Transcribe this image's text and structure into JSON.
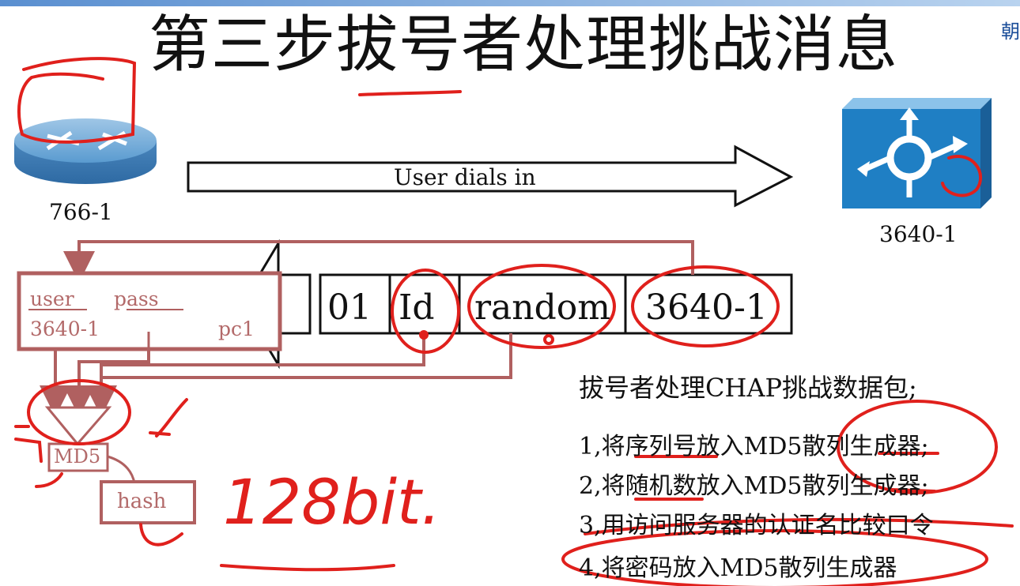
{
  "title": "第三步拔号者处理挑战消息",
  "corner_glyph": "朝",
  "devices": {
    "router_label": "766-1",
    "server_label": "3640-1",
    "router_icon": "router-icon",
    "server_icon": "access-server-icon"
  },
  "arrow_label": "User dials in",
  "packet_cells": [
    "01",
    "Id",
    "random",
    "3640-1"
  ],
  "user_box": {
    "user": "user",
    "pass": "pass",
    "name": "3640-1",
    "password": "pc1"
  },
  "md5_label": "MD5",
  "hash_label": "hash",
  "handwriting": "128bit.",
  "notes": {
    "title": "拔号者处理CHAP挑战数据包;",
    "items": [
      "1,将序列号放入MD5散列生成器;",
      "2,将随机数放入MD5散列生成器;",
      "3,用访问服务器的认证名比较口令",
      "4,将密码放入MD5散列生成器"
    ]
  },
  "colors": {
    "annotation_red": "#e0201c",
    "diagram_brown": "#b06060",
    "server_blue": "#1f7fc4"
  }
}
